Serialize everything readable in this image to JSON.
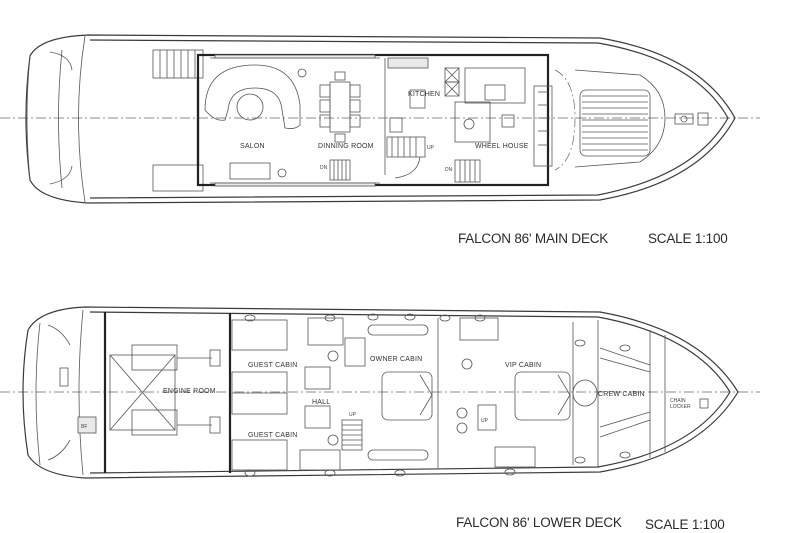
{
  "main_deck": {
    "title": "FALCON 86'  MAIN DECK",
    "scale": "SCALE 1:100",
    "rooms": {
      "salon": "SALON",
      "dining_room": "DINNING ROOM",
      "kitchen": "KITCHEN",
      "wheel_house": "WHEEL HOUSE"
    },
    "markers": {
      "up": "UP",
      "dn_1": "DN",
      "dn_2": "DN"
    }
  },
  "lower_deck": {
    "title": "FALCON 86'  LOWER DECK",
    "scale": "SCALE 1:100",
    "rooms": {
      "engine_room": "ENGINE ROOM",
      "guest_cabin_1": "GUEST CABIN",
      "guest_cabin_2": "GUEST CABIN",
      "hall": "HALL",
      "owner_cabin": "OWNER CABIN",
      "vip_cabin": "VIP CABIN",
      "crew_cabin": "CREW CABIN",
      "chain_locker_1": "CHAIN",
      "chain_locker_2": "LOCKER"
    },
    "markers": {
      "up_1": "UP",
      "up_2": "UP",
      "bf": "BF"
    }
  }
}
